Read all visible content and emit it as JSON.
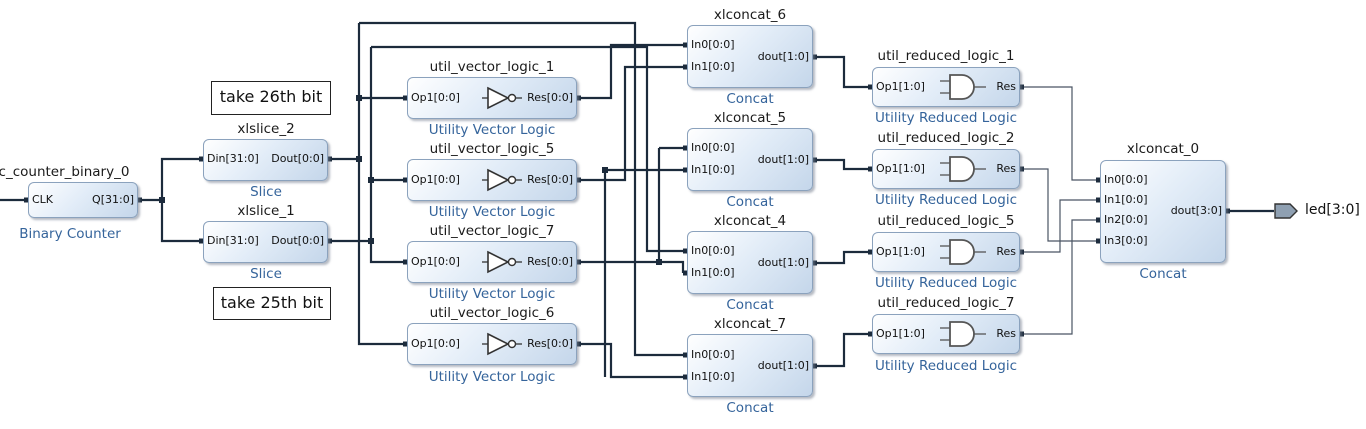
{
  "diagram": {
    "blocks": [
      {
        "id": "counter",
        "instance": "c_counter_binary_0",
        "type": "Binary Counter",
        "ports_in": [
          "CLK"
        ],
        "ports_out": [
          "Q[31:0]"
        ]
      },
      {
        "id": "slice2",
        "instance": "xlslice_2",
        "type": "Slice",
        "ports_in": [
          "Din[31:0]"
        ],
        "ports_out": [
          "Dout[0:0]"
        ]
      },
      {
        "id": "slice1",
        "instance": "xlslice_1",
        "type": "Slice",
        "ports_in": [
          "Din[31:0]"
        ],
        "ports_out": [
          "Dout[0:0]"
        ]
      },
      {
        "id": "uvl1",
        "instance": "util_vector_logic_1",
        "type": "Utility Vector Logic",
        "ports_in": [
          "Op1[0:0]"
        ],
        "ports_out": [
          "Res[0:0]"
        ]
      },
      {
        "id": "uvl5",
        "instance": "util_vector_logic_5",
        "type": "Utility Vector Logic",
        "ports_in": [
          "Op1[0:0]"
        ],
        "ports_out": [
          "Res[0:0]"
        ]
      },
      {
        "id": "uvl7",
        "instance": "util_vector_logic_7",
        "type": "Utility Vector Logic",
        "ports_in": [
          "Op1[0:0]"
        ],
        "ports_out": [
          "Res[0:0]"
        ]
      },
      {
        "id": "uvl6",
        "instance": "util_vector_logic_6",
        "type": "Utility Vector Logic",
        "ports_in": [
          "Op1[0:0]"
        ],
        "ports_out": [
          "Res[0:0]"
        ]
      },
      {
        "id": "cc6",
        "instance": "xlconcat_6",
        "type": "Concat",
        "ports_in": [
          "In0[0:0]",
          "In1[0:0]"
        ],
        "ports_out": [
          "dout[1:0]"
        ]
      },
      {
        "id": "cc5",
        "instance": "xlconcat_5",
        "type": "Concat",
        "ports_in": [
          "In0[0:0]",
          "In1[0:0]"
        ],
        "ports_out": [
          "dout[1:0]"
        ]
      },
      {
        "id": "cc4",
        "instance": "xlconcat_4",
        "type": "Concat",
        "ports_in": [
          "In0[0:0]",
          "In1[0:0]"
        ],
        "ports_out": [
          "dout[1:0]"
        ]
      },
      {
        "id": "cc7",
        "instance": "xlconcat_7",
        "type": "Concat",
        "ports_in": [
          "In0[0:0]",
          "In1[0:0]"
        ],
        "ports_out": [
          "dout[1:0]"
        ]
      },
      {
        "id": "url1",
        "instance": "util_reduced_logic_1",
        "type": "Utility Reduced Logic",
        "ports_in": [
          "Op1[1:0]"
        ],
        "ports_out": [
          "Res"
        ]
      },
      {
        "id": "url2",
        "instance": "util_reduced_logic_2",
        "type": "Utility Reduced Logic",
        "ports_in": [
          "Op1[1:0]"
        ],
        "ports_out": [
          "Res"
        ]
      },
      {
        "id": "url5",
        "instance": "util_reduced_logic_5",
        "type": "Utility Reduced Logic",
        "ports_in": [
          "Op1[1:0]"
        ],
        "ports_out": [
          "Res"
        ]
      },
      {
        "id": "url7",
        "instance": "util_reduced_logic_7",
        "type": "Utility Reduced Logic",
        "ports_in": [
          "Op1[1:0]"
        ],
        "ports_out": [
          "Res"
        ]
      },
      {
        "id": "cc0",
        "instance": "xlconcat_0",
        "type": "Concat",
        "ports_in": [
          "In0[0:0]",
          "In1[0:0]",
          "In2[0:0]",
          "In3[0:0]"
        ],
        "ports_out": [
          "dout[3:0]"
        ]
      }
    ],
    "notes": [
      "take 26th bit",
      "take 25th bit"
    ],
    "output_port": "led[3:0]",
    "colors": {
      "wire": "#1c2b3c",
      "block_border": "#8ba2bd",
      "block_fill_light": "#ffffff",
      "block_fill_dark": "#c4d6ea",
      "type_label": "#35649b"
    }
  }
}
